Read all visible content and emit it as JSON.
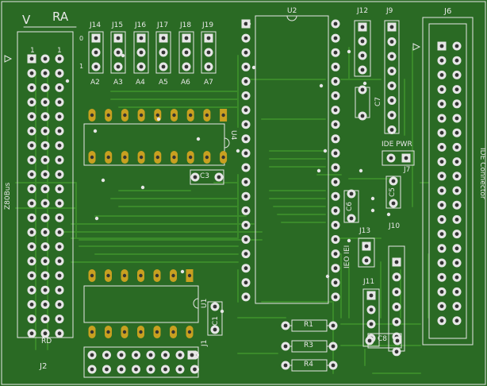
{
  "title": "Z80Bus IDE board",
  "colors": {
    "board": "#2a6a24",
    "trace": "#3a8a2a",
    "silk": "#e6e6e6",
    "pad": "#c8a020",
    "hole": "#333333"
  },
  "labels": {
    "v": "V",
    "ra": "RA",
    "z80bus": "Z80Bus",
    "ide_connector": "IDE Connector",
    "j2": "J2",
    "j6": "J6",
    "j1": "J1",
    "j14": "J14",
    "j15": "J15",
    "j16": "J16",
    "j17": "J17",
    "j18": "J18",
    "j19": "J19",
    "j12": "J12",
    "j9": "J9",
    "j7": "J7",
    "j10": "J10",
    "j11": "J11",
    "j13": "J13",
    "u2": "U2",
    "u4": "U4",
    "u1": "U1",
    "c3": "C3",
    "c7": "C7",
    "c5": "C5",
    "c6": "C6",
    "c1": "C1",
    "c8": "C8",
    "r1": "R1",
    "r3": "R3",
    "r4": "R4",
    "ide_pwr": "IDE PWR",
    "ieo_iei": "IEO IEI",
    "rd": "RD",
    "a2": "A2",
    "a3": "A3",
    "a4": "A4",
    "a5": "A5",
    "a6": "A6",
    "a7": "A7",
    "zero": "0",
    "one": "1",
    "one_b": "1",
    "one_c": "1"
  }
}
